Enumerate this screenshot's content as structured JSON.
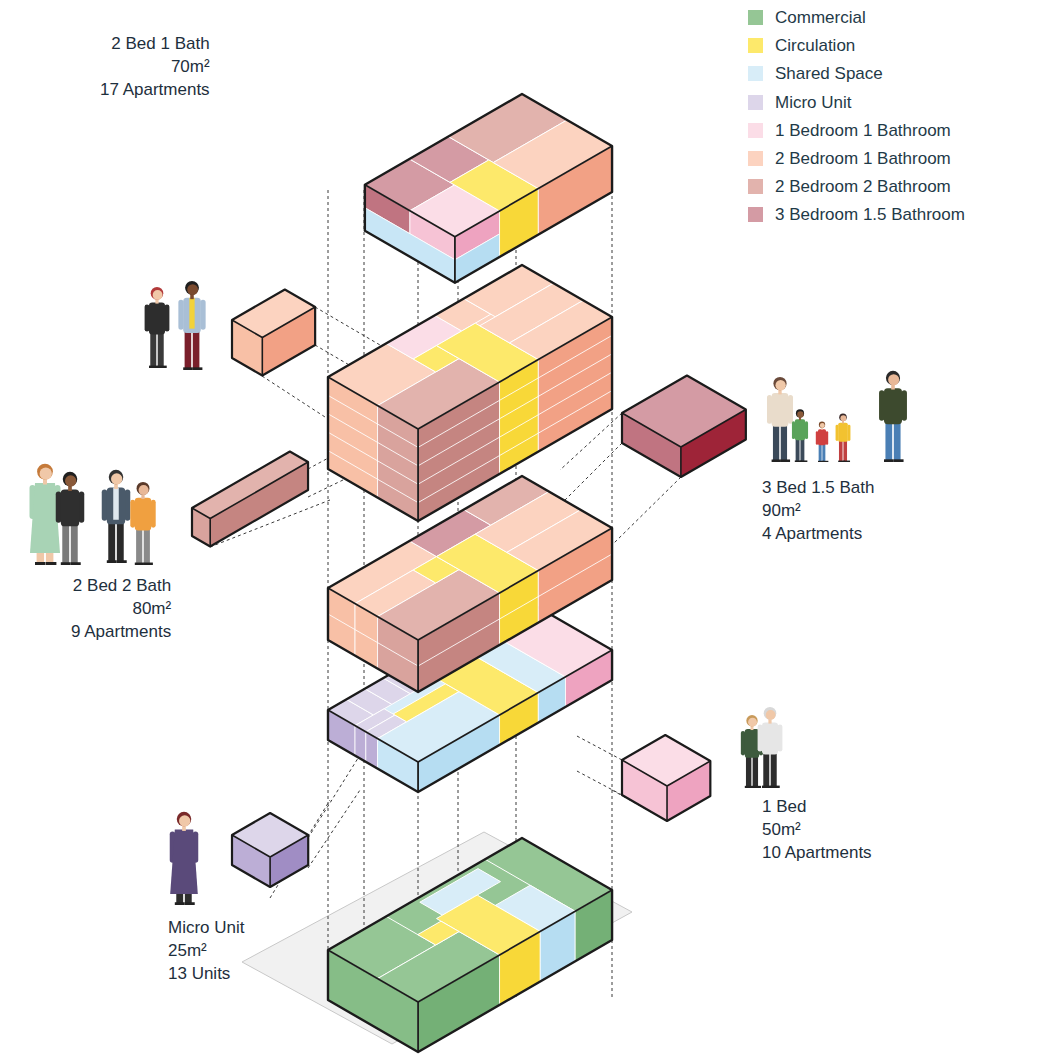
{
  "diagram": {
    "nodes": [
      {
        "text": [
          "2 Bed 1 Bath",
          "70m²",
          "17 Apartments"
        ]
      },
      {
        "text": [
          "3 Bed 1.5 Bath",
          "90m²",
          "4 Apartments"
        ]
      },
      {
        "text": [
          "2 Bed 2 Bath",
          "80m²",
          "9 Apartments"
        ]
      },
      {
        "text": [
          "1 Bed",
          "50m²",
          "10 Apartments"
        ]
      },
      {
        "text": [
          "Micro Unit",
          "25m²",
          "13 Units"
        ]
      }
    ],
    "legend": [
      {
        "text": "Commercial",
        "color": "#95c695"
      },
      {
        "text": "Circulation",
        "color": "#fde96b"
      },
      {
        "text": "Shared Space",
        "color": "#d8edf8"
      },
      {
        "text": "Micro Unit",
        "color": "#ddd6ea"
      },
      {
        "text": "1 Bedroom 1 Bathroom",
        "color": "#fbdde7"
      },
      {
        "text": "2 Bedroom 1 Bathroom",
        "color": "#fcd3c0"
      },
      {
        "text": "2 Bedroom 2 Bathroom",
        "color": "#e2b3ad"
      },
      {
        "text": "3 Bedroom 1.5 Bathroom",
        "color": "#d49ba4"
      }
    ]
  }
}
